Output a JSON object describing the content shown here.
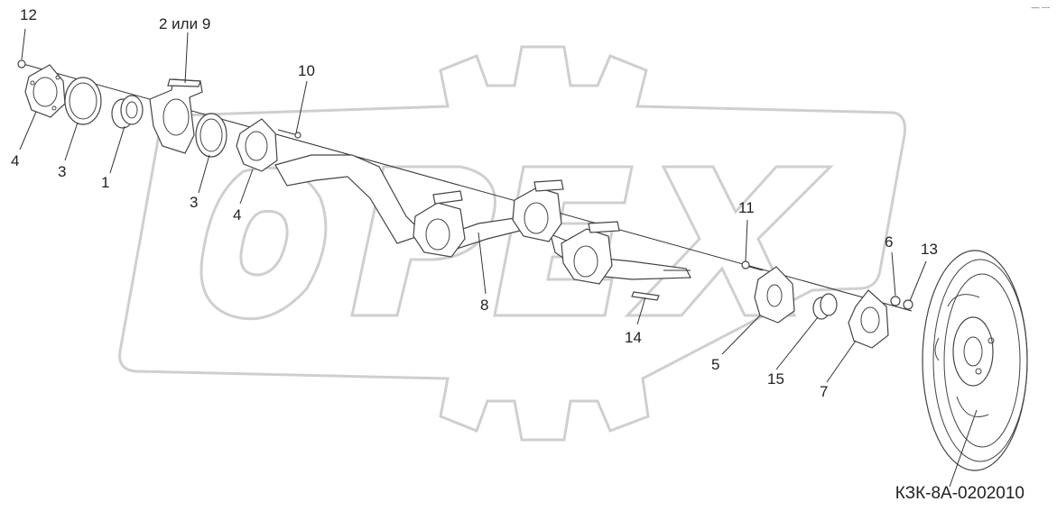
{
  "drawing_code": "КЗК-8А-0202010",
  "corner_mark": "— ---",
  "watermark": {
    "text": "OPEX",
    "color": "#c8c8c8"
  },
  "callouts": [
    {
      "id": "12",
      "label": "12"
    },
    {
      "id": "2",
      "label": "2 или 9"
    },
    {
      "id": "10",
      "label": "10"
    },
    {
      "id": "4a",
      "label": "4"
    },
    {
      "id": "3a",
      "label": "3"
    },
    {
      "id": "1",
      "label": "1"
    },
    {
      "id": "3b",
      "label": "3"
    },
    {
      "id": "4b",
      "label": "4"
    },
    {
      "id": "8",
      "label": "8"
    },
    {
      "id": "11",
      "label": "11"
    },
    {
      "id": "14",
      "label": "14"
    },
    {
      "id": "6",
      "label": "6"
    },
    {
      "id": "13",
      "label": "13"
    },
    {
      "id": "5",
      "label": "5"
    },
    {
      "id": "15",
      "label": "15"
    },
    {
      "id": "7",
      "label": "7"
    }
  ]
}
